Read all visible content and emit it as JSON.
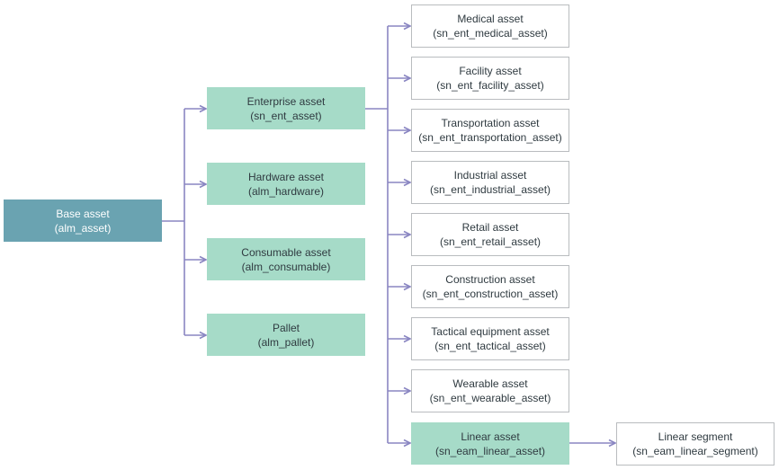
{
  "colors": {
    "root_fill": "#6aa3b1",
    "category_fill": "#a6dbc8",
    "leaf_border": "#b9bcbf",
    "connector": "#8a86c2"
  },
  "root": {
    "label": "Base asset",
    "table": "(alm_asset)"
  },
  "categories": [
    {
      "label": "Enterprise asset",
      "table": "(sn_ent_asset)"
    },
    {
      "label": "Hardware asset",
      "table": "(alm_hardware)"
    },
    {
      "label": "Consumable asset",
      "table": "(alm_consumable)"
    },
    {
      "label": "Pallet",
      "table": "(alm_pallet)"
    }
  ],
  "enterprise_children": [
    {
      "label": "Medical asset",
      "table": "(sn_ent_medical_asset)"
    },
    {
      "label": "Facility asset",
      "table": "(sn_ent_facility_asset)"
    },
    {
      "label": "Transportation asset",
      "table": "(sn_ent_transportation_asset)"
    },
    {
      "label": "Industrial asset",
      "table": "(sn_ent_industrial_asset)"
    },
    {
      "label": "Retail asset",
      "table": "(sn_ent_retail_asset)"
    },
    {
      "label": "Construction asset",
      "table": "(sn_ent_construction_asset)"
    },
    {
      "label": "Tactical equipment asset",
      "table": "(sn_ent_tactical_asset)"
    },
    {
      "label": "Wearable asset",
      "table": "(sn_ent_wearable_asset)"
    },
    {
      "label": "Linear asset",
      "table": "(sn_eam_linear_asset)"
    }
  ],
  "linear_child": {
    "label": "Linear segment",
    "table": "(sn_eam_linear_segment)"
  }
}
